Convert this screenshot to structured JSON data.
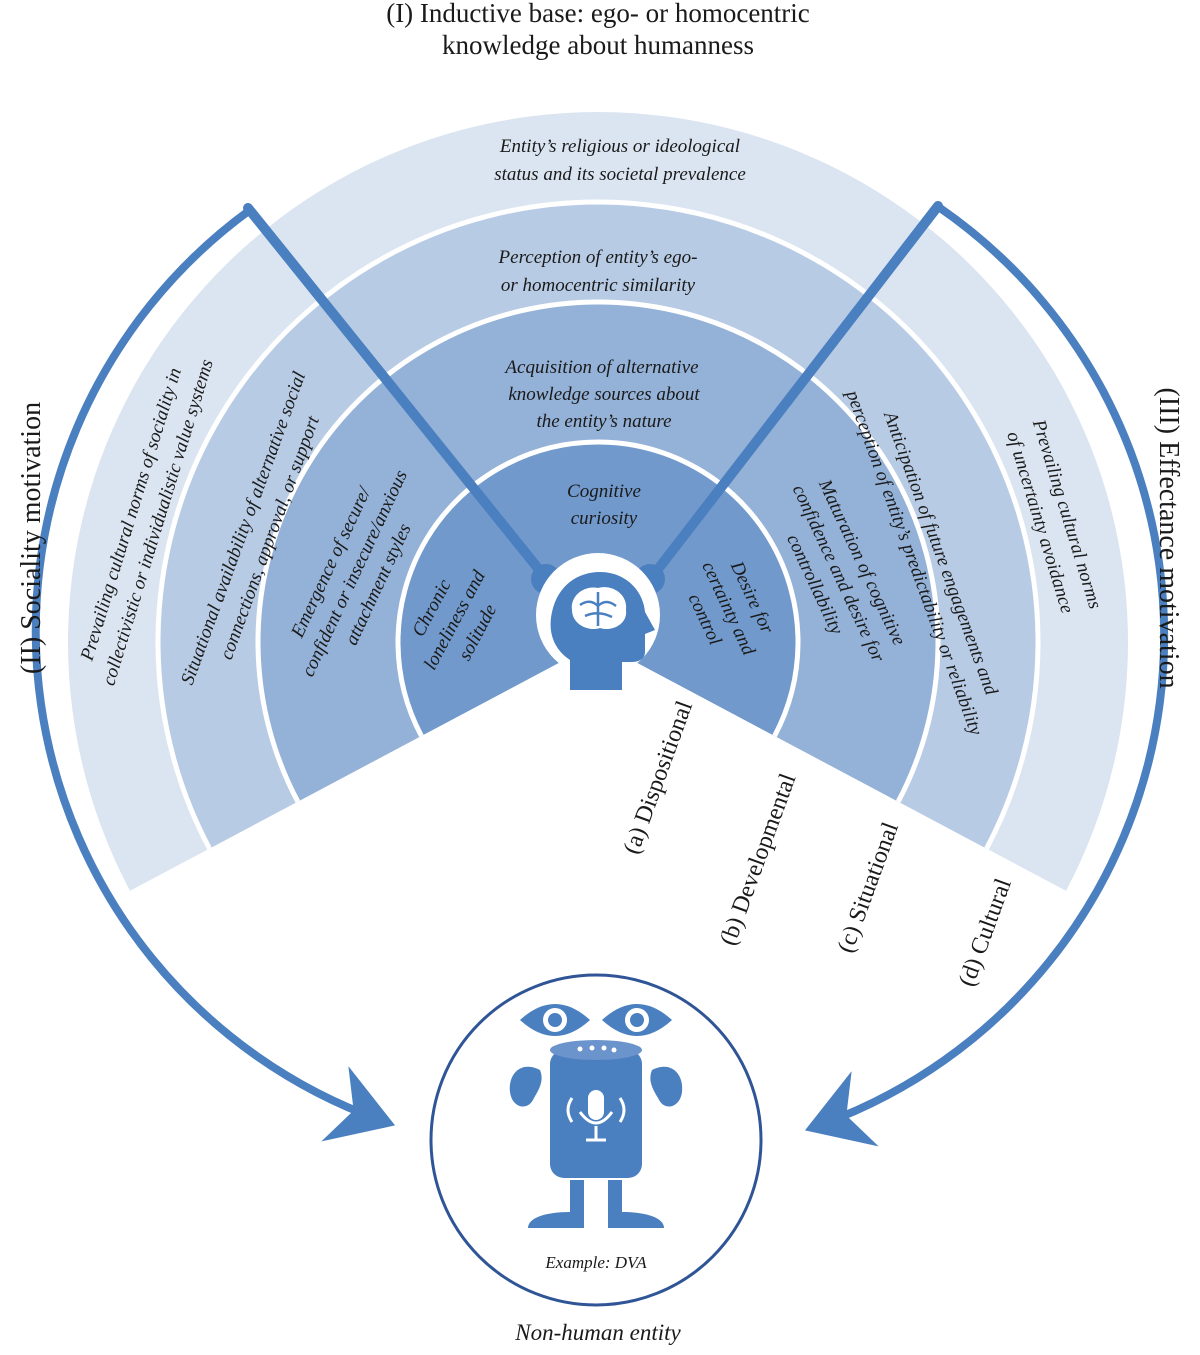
{
  "inductive_base": {
    "line1": "(I) Inductive base: ego- or homocentric",
    "line2": "knowledge about humanness"
  },
  "sociality": {
    "label": "(II) Sociality motivation"
  },
  "effectance": {
    "label": "(III) Effectance motivation"
  },
  "rings": {
    "cultural": {
      "top": [
        "Entity’s religious or ideological",
        "status and its societal prevalence"
      ],
      "left": [
        "Prevailing cultural norms of sociality in",
        "collectivistic or individualistic value systems"
      ],
      "right": [
        "Prevailing cultural norms",
        "of uncertainty avoidance"
      ]
    },
    "situational": {
      "top": [
        "Perception of entity’s ego-",
        "or homocentric similarity"
      ],
      "left": [
        "Situational availability of alternative social",
        "connections, approval, or support"
      ],
      "right": [
        "Anticipation of future engagements and",
        "perception of entity’s predictability or reliability"
      ]
    },
    "developmental": {
      "top": [
        "Acquisition of alternative",
        "knowledge sources about",
        "the entity’s nature"
      ],
      "left": [
        "Emergence of secure/",
        "confident or insecure/anxious",
        "attachment styles"
      ],
      "right": [
        "Maturation of cognitive",
        "confidence and desire for",
        "controllability"
      ]
    },
    "dispositional": {
      "top": [
        "Cognitive",
        "curiosity"
      ],
      "left": [
        "Chronic",
        "loneliness and",
        "solitude"
      ],
      "right": [
        "Desire for",
        "certainty and",
        "control"
      ]
    }
  },
  "layers": {
    "a": "(a) Dispositional",
    "b": "(b) Developmental",
    "c": "(c) Situational",
    "d": "(d) Cultural"
  },
  "entity": {
    "example": "Example: DVA",
    "caption": "Non-human entity"
  },
  "colors": {
    "ring_cultural": "#dbe5f1",
    "ring_situational": "#b8cbe4",
    "ring_developmental": "#94b1d7",
    "ring_dispositional": "#7199cb",
    "accent": "#4a7fc0",
    "icon_blue": "#4a7fc0"
  }
}
